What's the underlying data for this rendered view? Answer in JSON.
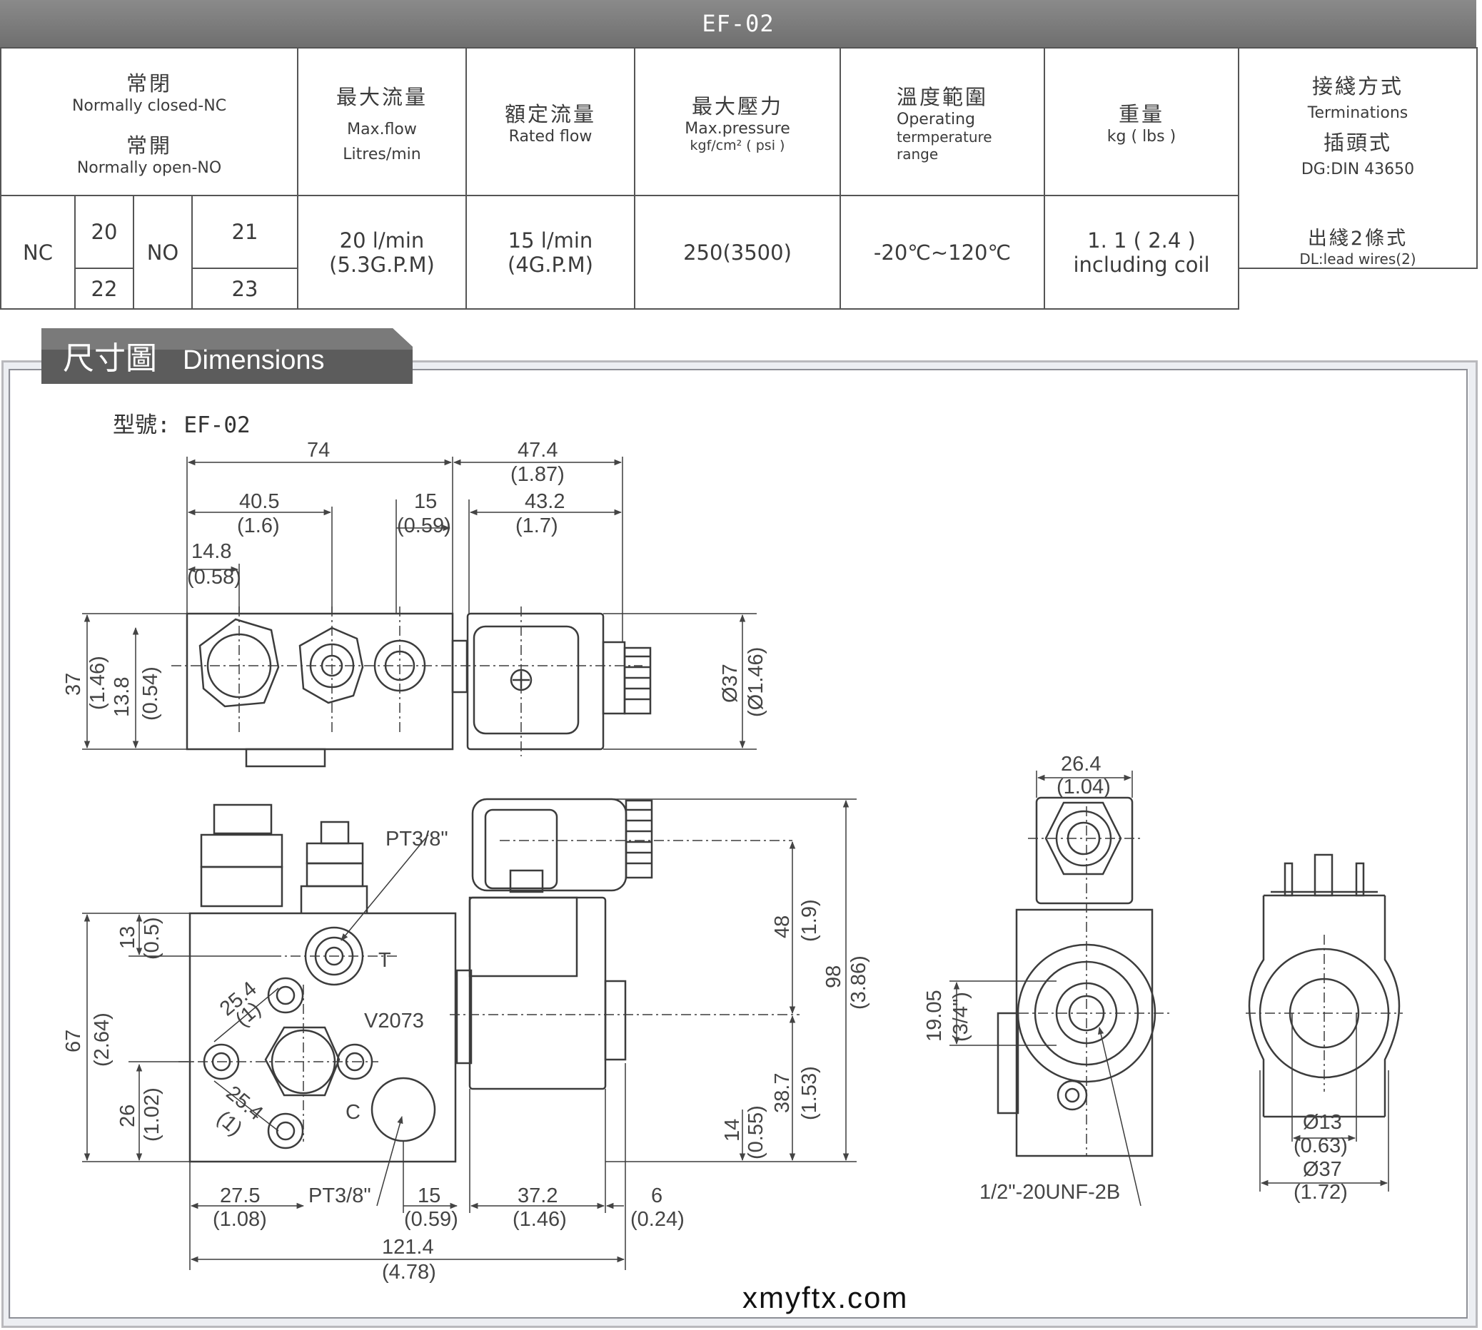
{
  "header": {
    "title": "EF-02"
  },
  "table": {
    "col_nc": {
      "zh1": "常閉",
      "en1": "Normally closed-NC",
      "zh2": "常開",
      "en2": "Normally open-NO"
    },
    "col_max_flow": {
      "zh": "最大流量",
      "en1": "Max.flow",
      "en2": "Litres/min"
    },
    "col_rated_flow": {
      "zh": "額定流量",
      "en": "Rated flow"
    },
    "col_max_pressure": {
      "zh": "最大壓力",
      "en1": "Max.pressure",
      "en2": "kgf/cm² ( psi )"
    },
    "col_temp": {
      "zh": "溫度範圍",
      "en1": "Operating",
      "en2": "termperature",
      "en3": "range"
    },
    "col_weight": {
      "zh": "重量",
      "en": "kg ( lbs )"
    },
    "col_term": {
      "zh1": "接綫方式",
      "en1": "Terminations",
      "zh2": "插頭式",
      "en2": "DG:DIN 43650",
      "zh3": "出綫2條式",
      "en3": "DL:lead wires(2)"
    },
    "row": {
      "nc": "NC",
      "nc_a": "20",
      "nc_b": "22",
      "no": "NO",
      "no_a": "21",
      "no_b": "23",
      "max_flow_1": "20 l/min",
      "max_flow_2": "(5.3G.P.M)",
      "rated_flow_1": "15 l/min",
      "rated_flow_2": "(4G.P.M)",
      "pressure": "250(3500)",
      "temp": "-20℃~120℃",
      "weight_1": "1. 1 ( 2.4 )",
      "weight_2": "including coil"
    }
  },
  "section": {
    "zh": "尺寸圖",
    "en": "Dimensions",
    "model": "型號: EF-02"
  },
  "drawing": {
    "d74": "74",
    "d47_4": "47.4",
    "d1_87": "(1.87)",
    "d40_5": "40.5",
    "d1_6": "(1.6)",
    "d15a": "15",
    "d0_59a": "(0.59)",
    "d43_2": "43.2",
    "d1_7": "(1.7)",
    "d14_8": "14.8",
    "d0_58": "(0.58)",
    "d37": "37",
    "d1_46": "(1.46)",
    "d13_8": "13.8",
    "d0_54": "(0.54)",
    "dphi37": "Ø37",
    "dphi1_46": "(Ø1.46)",
    "pt38a": "PT3/8\"",
    "port_t": "T",
    "valve_id": "V2073",
    "port_c": "C",
    "d25_4a": "25.4",
    "d1a": "(1)",
    "d25_4b": "25.4",
    "d1b": "(1)",
    "d13": "13",
    "d0_5": "(0.5)",
    "d67": "67",
    "d2_64": "(2.64)",
    "d26": "26",
    "d1_02": "(1.02)",
    "d48": "48",
    "d1_9": "(1.9)",
    "d98": "98",
    "d3_86": "(3.86)",
    "d38_7": "38.7",
    "d1_53": "(1.53)",
    "d14": "14",
    "d0_55": "(0.55)",
    "d27_5": "27.5",
    "d1_08": "(1.08)",
    "pt38b": "PT3/8\"",
    "d15b": "15",
    "d0_59b": "(0.59)",
    "d37_2": "37.2",
    "d1_46b": "(1.46)",
    "d6": "6",
    "d0_24": "(0.24)",
    "d121_4": "121.4",
    "d4_78": "(4.78)",
    "d26_4": "26.4",
    "d1_04": "(1.04)",
    "d19_05": "19.05",
    "d3_4": "(3/4\")",
    "thread": "1/2\"-20UNF-2B",
    "dphi13": "Ø13",
    "d0_63": "(0.63)",
    "dphi37b": "Ø37",
    "d1_72": "(1.72)"
  },
  "footer": {
    "site": "xmyftx.com"
  }
}
